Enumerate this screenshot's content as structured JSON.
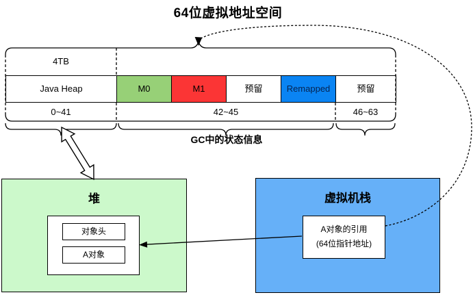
{
  "title": "64位虚拟地址空间",
  "band": {
    "size_label": "4TB",
    "segments": [
      {
        "label": "Java Heap",
        "color": "#ffffff"
      },
      {
        "label": "M0",
        "color": "#97d077"
      },
      {
        "label": "M1",
        "color": "#fb3535"
      },
      {
        "label": "预留",
        "color": "#ffffff"
      },
      {
        "label": "Remapped",
        "color": "#0a84f3"
      },
      {
        "label": "预留",
        "color": "#ffffff"
      }
    ],
    "bit_ranges": [
      "0~41",
      "42~45",
      "46~63"
    ],
    "gc_label": "GC中的状态信息"
  },
  "heap": {
    "title": "堆",
    "object_header": "对象头",
    "object_name": "A对象",
    "bg_color": "#ccf9cb"
  },
  "stack": {
    "title": "虚拟机栈",
    "ref_line1": "A对象的引用",
    "ref_line2": "(64位指针地址)",
    "bg_color": "#66b0f8"
  }
}
